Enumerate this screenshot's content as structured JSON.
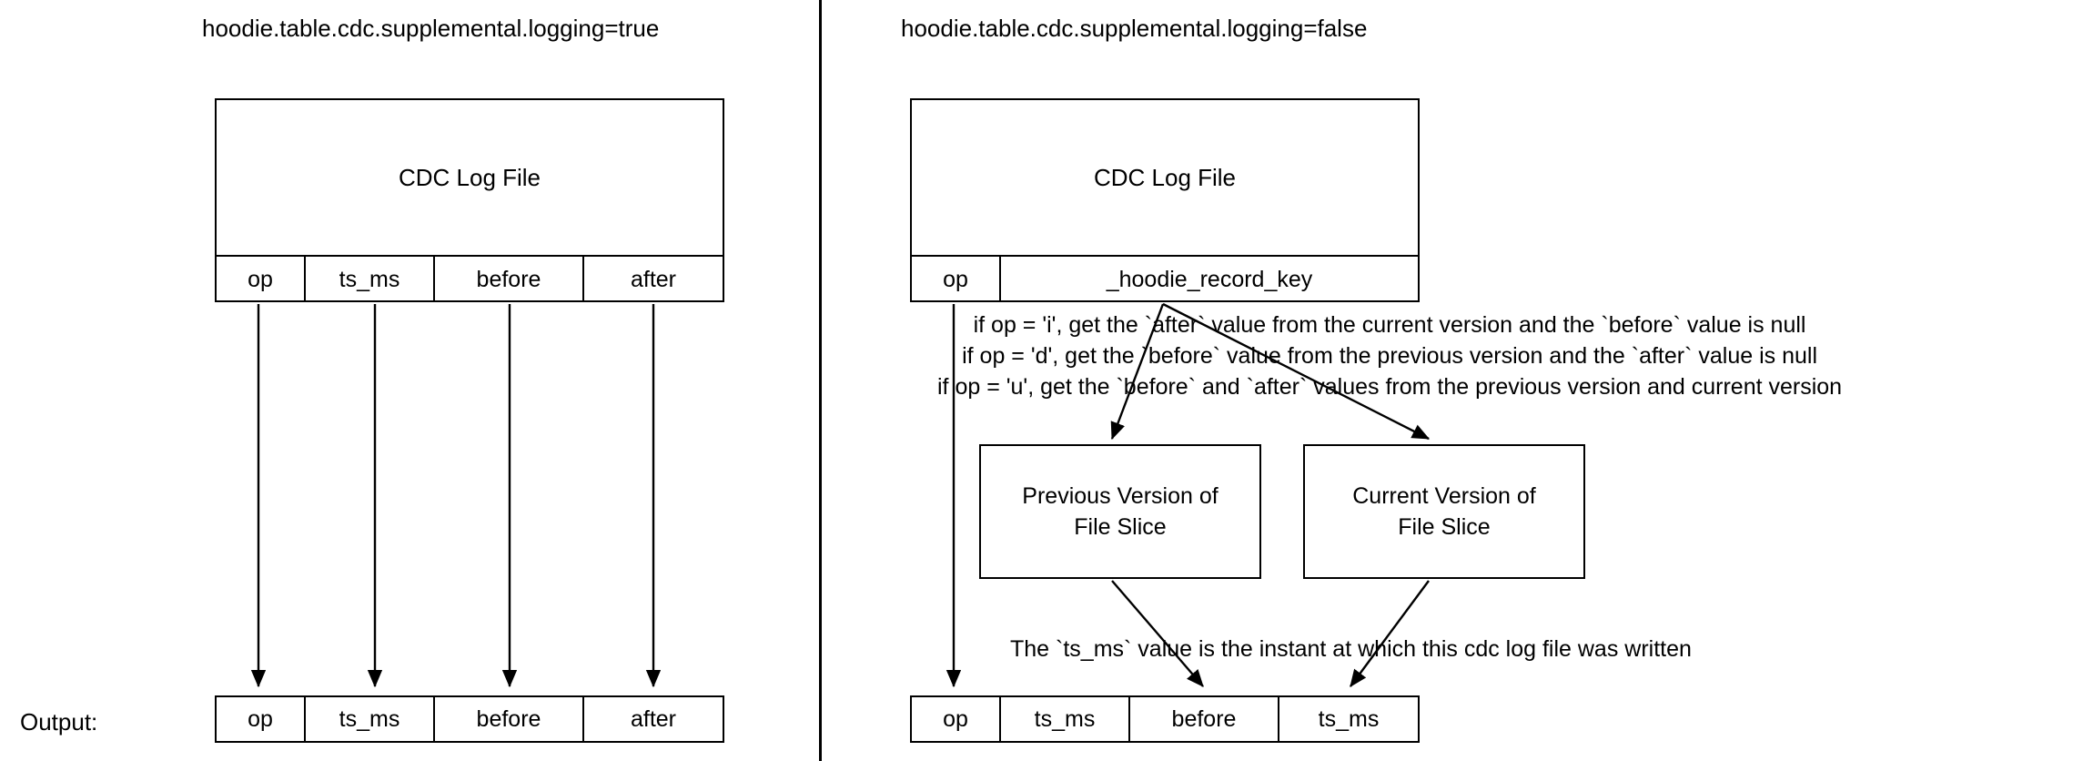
{
  "diagram": {
    "title_left": "hoodie.table.cdc.supplemental.logging=true",
    "title_right": "hoodie.table.cdc.supplemental.logging=false",
    "output_label": "Output:"
  },
  "left_panel": {
    "logfile": {
      "name": "CDC Log File",
      "columns": [
        "op",
        "ts_ms",
        "before",
        "after"
      ]
    },
    "output": {
      "columns": [
        "op",
        "ts_ms",
        "before",
        "after"
      ]
    }
  },
  "right_panel": {
    "logfile": {
      "name": "CDC Log File",
      "columns": [
        "op",
        "_hoodie_record_key"
      ]
    },
    "rules": [
      "if op = 'i', get the `after` value from the current version and the `before` value is null",
      "if op = 'd', get the `before` value from the previous version  and the `after` value is null",
      "if op = 'u', get the `before` and `after` values from the previous version and current version"
    ],
    "boxes": {
      "previous_version_line1": "Previous Version of",
      "previous_version_line2": "File Slice",
      "current_version_line1": "Current Version of",
      "current_version_line2": "File Slice"
    },
    "ts_note": "The `ts_ms` value is the instant at which this cdc log file was written",
    "output": {
      "columns": [
        "op",
        "ts_ms",
        "before",
        "ts_ms"
      ]
    }
  },
  "style": {
    "stroke": "#000000",
    "background": "#ffffff",
    "text": "#000000"
  }
}
